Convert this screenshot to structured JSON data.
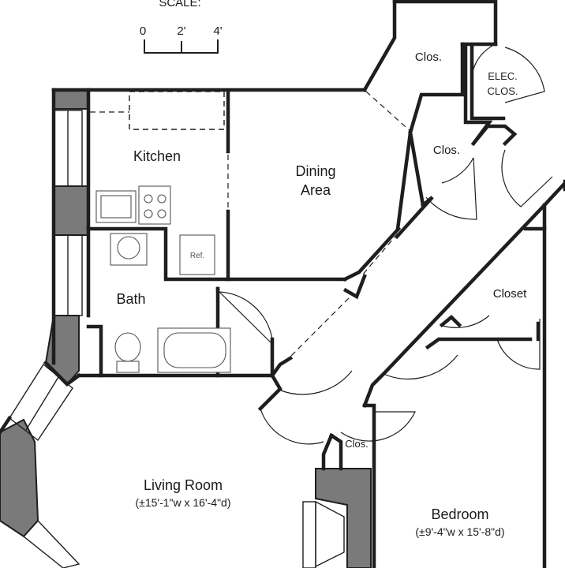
{
  "scale": {
    "title": "SCALE:",
    "ticks": [
      "0",
      "2'",
      "4'"
    ]
  },
  "rooms": {
    "kitchen": "Kitchen",
    "dining": [
      "Dining",
      "Area"
    ],
    "bath": "Bath",
    "living": "Living Room",
    "living_dim": "(±15'-1\"w x 16'-4\"d)",
    "bedroom": "Bedroom",
    "bedroom_dim": "(±9'-4\"w x 15'-8\"d)",
    "closet": "Closet",
    "clos_top": "Clos.",
    "clos_mid": "Clos.",
    "clos_lower": "Clos.",
    "elec": [
      "ELEC.",
      "CLOS."
    ],
    "ref": "Ref."
  },
  "colors": {
    "wall": "#1e1e1e",
    "column": "#7a7a7a",
    "background": "#ffffff"
  }
}
